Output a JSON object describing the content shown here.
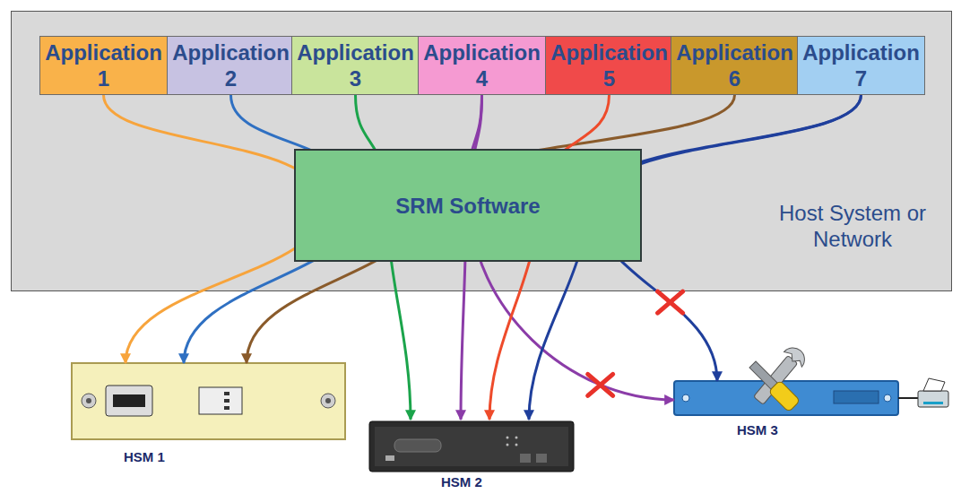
{
  "diagram": {
    "nodes": [
      {
        "text": [
          "Host System or Network"
        ]
      },
      {
        "text": [
          "Application 1"
        ],
        "in": 0
      },
      {
        "text": [
          "Application 2"
        ],
        "in": 0
      },
      {
        "text": [
          "Application 3"
        ],
        "in": 0
      },
      {
        "text": [
          "Application 4"
        ],
        "in": 0
      },
      {
        "text": [
          "Application 5"
        ],
        "in": 0
      },
      {
        "text": [
          "Application 6"
        ],
        "in": 0
      },
      {
        "text": [
          "Application 7"
        ],
        "in": 0
      },
      {
        "text": [
          "SRM Software"
        ],
        "in": 0
      },
      {
        "text": [
          "HSM 1"
        ]
      },
      {
        "text": [
          "HSM 2"
        ]
      },
      {
        "text": [
          "HSM 3"
        ]
      }
    ],
    "edges": [
      {
        "from": 1,
        "to": 9,
        "arrow": "to"
      },
      {
        "from": 2,
        "to": 9,
        "arrow": "to"
      },
      {
        "from": 6,
        "to": 9,
        "arrow": "to"
      },
      {
        "from": 3,
        "to": 10,
        "arrow": "to"
      },
      {
        "from": 4,
        "to": 10,
        "arrow": "to"
      },
      {
        "from": 4,
        "to": 11,
        "arrow": "to"
      },
      {
        "from": 5,
        "to": 10,
        "arrow": "to"
      },
      {
        "from": 7,
        "to": 10,
        "arrow": "to"
      },
      {
        "from": 7,
        "to": 11,
        "arrow": "to"
      }
    ]
  }
}
